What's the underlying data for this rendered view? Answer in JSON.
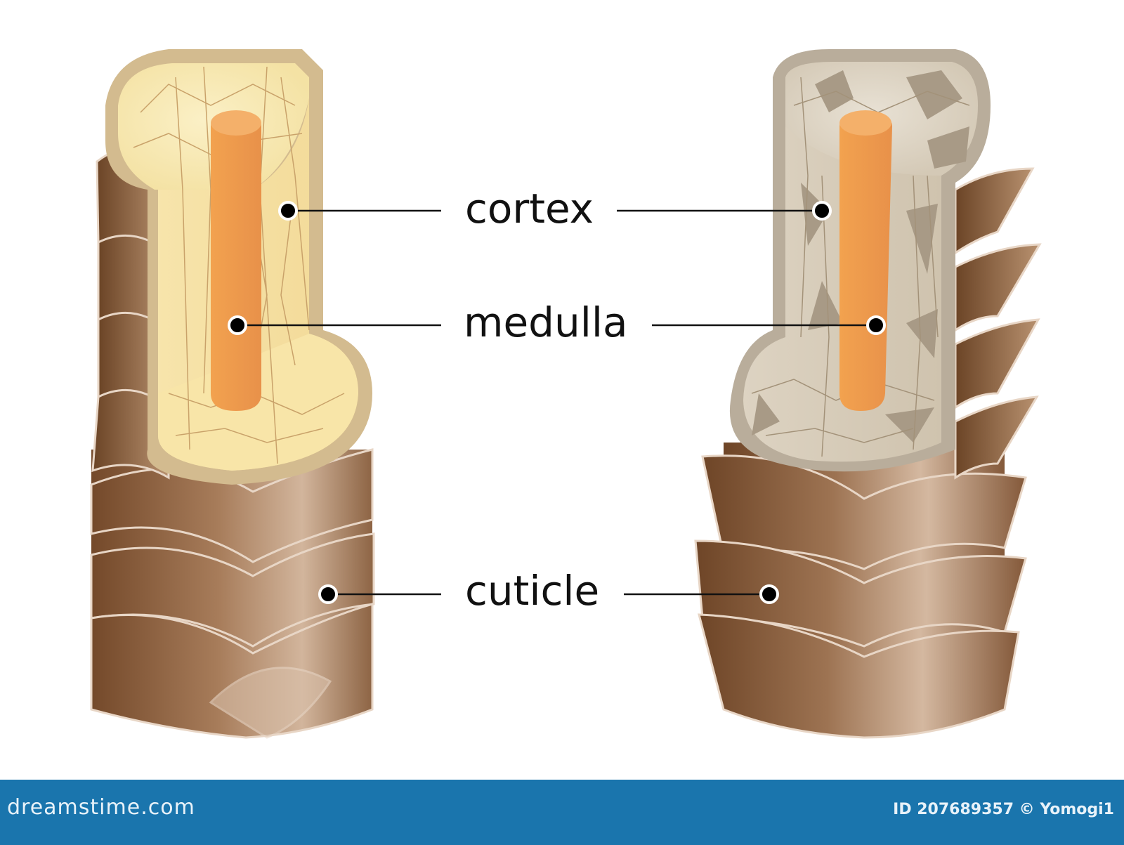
{
  "labels": {
    "cortex": "cortex",
    "medulla": "medulla",
    "cuticle": "cuticle"
  },
  "footer": {
    "site": "dreamstime.com",
    "stock_id": "ID 207689357 © Yomogi1"
  },
  "colors": {
    "cuticle_dark": "#7a4f2c",
    "cuticle_light": "#c7a486",
    "cortex_left": "#f5e3a6",
    "cortex_right": "#d9d0c0",
    "medulla": "#f0a050",
    "footer_bar": "#1a75ad"
  }
}
